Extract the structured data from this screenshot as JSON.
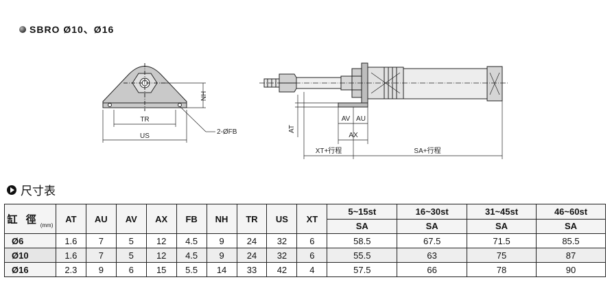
{
  "heading": "SBRO  Ø10、Ø16",
  "section_title": "尺寸表",
  "drawing_labels": {
    "nh": "NH",
    "tr": "TR",
    "us": "US",
    "fb": "2-ØFB",
    "at": "AT",
    "av": "AV",
    "au": "AU",
    "ax": "AX",
    "xt": "XT+行程",
    "sa": "SA+行程"
  },
  "table": {
    "bore_label": "缸 徑",
    "unit": "(mm)",
    "headers": [
      "AT",
      "AU",
      "AV",
      "AX",
      "FB",
      "NH",
      "TR",
      "US",
      "XT"
    ],
    "stroke_groups": [
      "5~15st",
      "16~30st",
      "31~45st",
      "46~60st"
    ],
    "sa_label": "SA",
    "rows": [
      {
        "bore": "Ø6",
        "vals": [
          "1.6",
          "7",
          "5",
          "12",
          "4.5",
          "9",
          "24",
          "32",
          "6"
        ],
        "sa": [
          "58.5",
          "67.5",
          "71.5",
          "85.5"
        ]
      },
      {
        "bore": "Ø10",
        "vals": [
          "1.6",
          "7",
          "5",
          "12",
          "4.5",
          "9",
          "24",
          "32",
          "6"
        ],
        "sa": [
          "55.5",
          "63",
          "75",
          "87"
        ]
      },
      {
        "bore": "Ø16",
        "vals": [
          "2.3",
          "9",
          "6",
          "15",
          "5.5",
          "14",
          "33",
          "42",
          "4"
        ],
        "sa": [
          "57.5",
          "66",
          "78",
          "90"
        ]
      }
    ]
  }
}
